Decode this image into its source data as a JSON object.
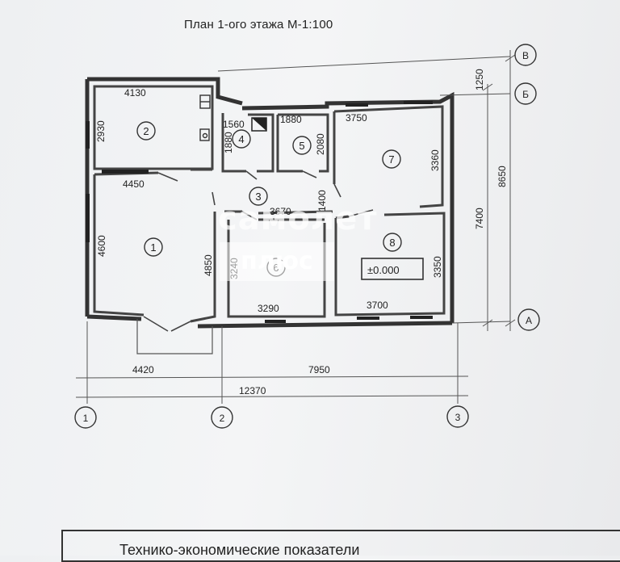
{
  "title": "План 1-ого этажа М-1:100",
  "watermark": {
    "line1": "самолет",
    "line2": "плюс"
  },
  "rooms": [
    {
      "id": "1",
      "label": "1"
    },
    {
      "id": "2",
      "label": "2"
    },
    {
      "id": "3",
      "label": "3"
    },
    {
      "id": "4",
      "label": "4"
    },
    {
      "id": "5",
      "label": "5"
    },
    {
      "id": "6",
      "label": "6"
    },
    {
      "id": "7",
      "label": "7"
    },
    {
      "id": "8",
      "label": "8"
    }
  ],
  "dimensions": {
    "room2_width": "4130",
    "room2_height": "2930",
    "room4_width": "1560",
    "room4_height": "1880",
    "room5_width": "1880",
    "room5_height": "2080",
    "room7_width": "3750",
    "room7_height": "3360",
    "room1_width": "4450",
    "room1_height_left": "4600",
    "room1_height_right": "4850",
    "room3_width": "3670",
    "room3_height": "1400",
    "room6_width": "3290",
    "room6_height": "3240",
    "room8_width": "3700",
    "room8_height": "3350",
    "bottom_left": "4420",
    "bottom_right": "7950",
    "bottom_total": "12370",
    "right_top": "1250",
    "right_main": "7400",
    "right_total": "8650"
  },
  "level_mark": "±0.000",
  "axes": {
    "rows": [
      {
        "id": "v",
        "label": "В"
      },
      {
        "id": "b",
        "label": "Б"
      },
      {
        "id": "a",
        "label": "А"
      }
    ],
    "cols": [
      {
        "id": "c1",
        "label": "1"
      },
      {
        "id": "c2",
        "label": "2"
      },
      {
        "id": "c3",
        "label": "3"
      }
    ]
  },
  "bottom_table_heading": "Технико-экономические показатели"
}
